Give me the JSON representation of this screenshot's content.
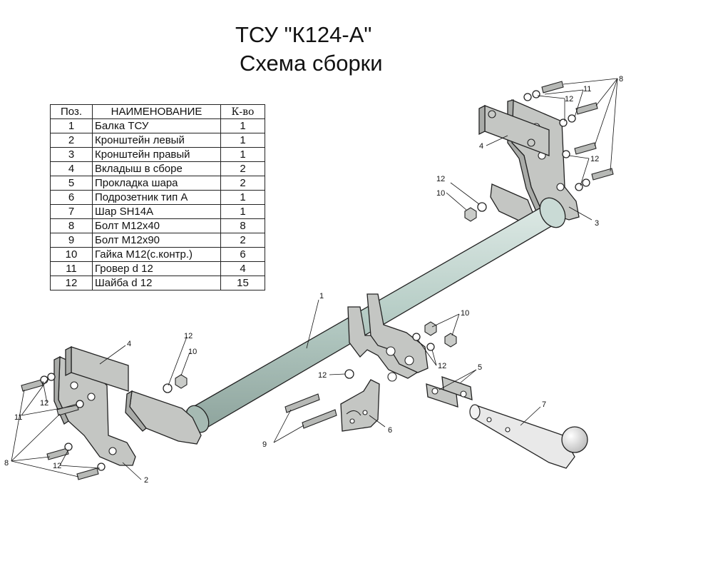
{
  "title": {
    "line1": "ТСУ \"К124-А\"",
    "line2": "Схема сборки"
  },
  "parts_table": {
    "headers": {
      "pos": "Поз.",
      "name": "НАИМЕНОВАНИЕ",
      "qty": "К-во"
    },
    "rows": [
      {
        "pos": "1",
        "name": "Балка ТСУ",
        "qty": "1"
      },
      {
        "pos": "2",
        "name": "Кронштейн левый",
        "qty": "1"
      },
      {
        "pos": "3",
        "name": "Кронштейн правый",
        "qty": "1"
      },
      {
        "pos": "4",
        "name": "Вкладыш в сборе",
        "qty": "2"
      },
      {
        "pos": "5",
        "name": "Прокладка шара",
        "qty": "2"
      },
      {
        "pos": "6",
        "name": "Подрозетник тип А",
        "qty": "1"
      },
      {
        "pos": "7",
        "name": "Шар SH14A",
        "qty": "1"
      },
      {
        "pos": "8",
        "name": "Болт М12х40",
        "qty": "8"
      },
      {
        "pos": "9",
        "name": "Болт М12х90",
        "qty": "2"
      },
      {
        "pos": "10",
        "name": "Гайка М12(с.контр.)",
        "qty": "6"
      },
      {
        "pos": "11",
        "name": "Гровер d 12",
        "qty": "4"
      },
      {
        "pos": "12",
        "name": "Шайба d 12",
        "qty": "15"
      }
    ]
  },
  "callouts": {
    "beam": "1",
    "bracket_left": "2",
    "bracket_right": "3",
    "insert": "4",
    "spacer": "5",
    "socket_plate": "6",
    "ball": "7",
    "bolt_m12x40": "8",
    "bolt_m12x90": "9",
    "nut": "10",
    "grover": "11",
    "washer": "12"
  },
  "colors": {
    "beam_fill": "#b9cfc8",
    "plate_fill": "#c4c6c3",
    "ball_fill": "#e6e6e6",
    "line": "#222222"
  }
}
